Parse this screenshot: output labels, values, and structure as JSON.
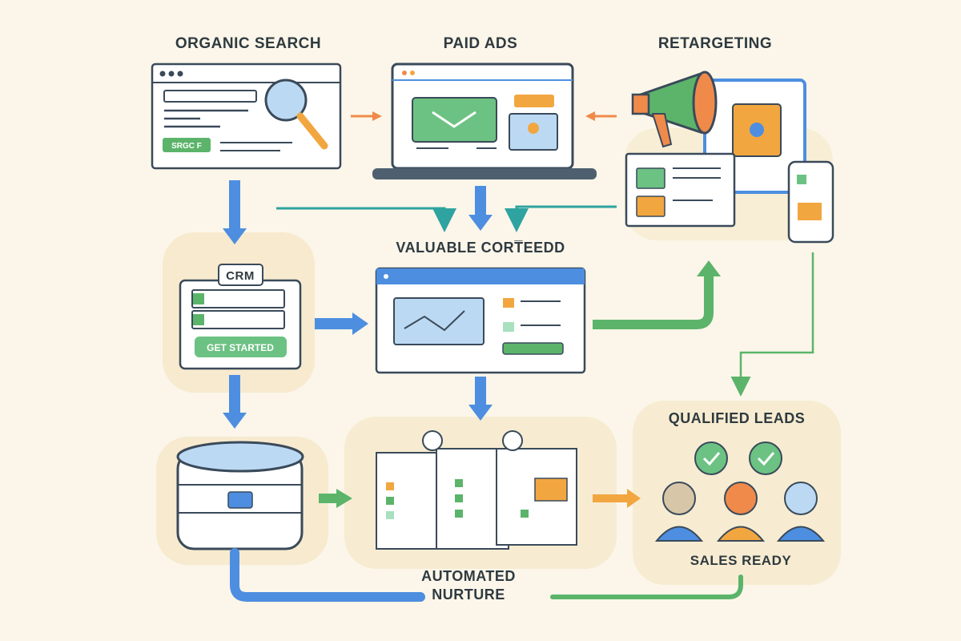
{
  "sections": {
    "organic_search": "ORGANIC SEARCH",
    "paid_ads": "PAID ADS",
    "retargeting": "RETARGETING",
    "valuable_content": "VALUABLE CORT̅EEDD",
    "qualified_leads": "QUALIFIED LEADS",
    "sales_ready": "SALES READY",
    "automated_nurture_line1": "AUTOMATED",
    "automated_nurture_line2": "NURTURE"
  },
  "search_card": {
    "tag": "SRGC F"
  },
  "form_card": {
    "tab": "CRM",
    "button_label": "GET STARTED"
  },
  "colors": {
    "background": "#fbf6e9",
    "blue_arrow": "#4d8ee0",
    "green_arrow": "#5bb46a",
    "orange_arrow": "#f08a4b",
    "teal_arrow": "#2ea3a0",
    "card_border": "#3a4a5a"
  },
  "icons": [
    "search-icon",
    "megaphone-icon",
    "envelope-icon",
    "check-icon",
    "person-icon",
    "database-icon",
    "laptop-icon",
    "phone-icon"
  ]
}
